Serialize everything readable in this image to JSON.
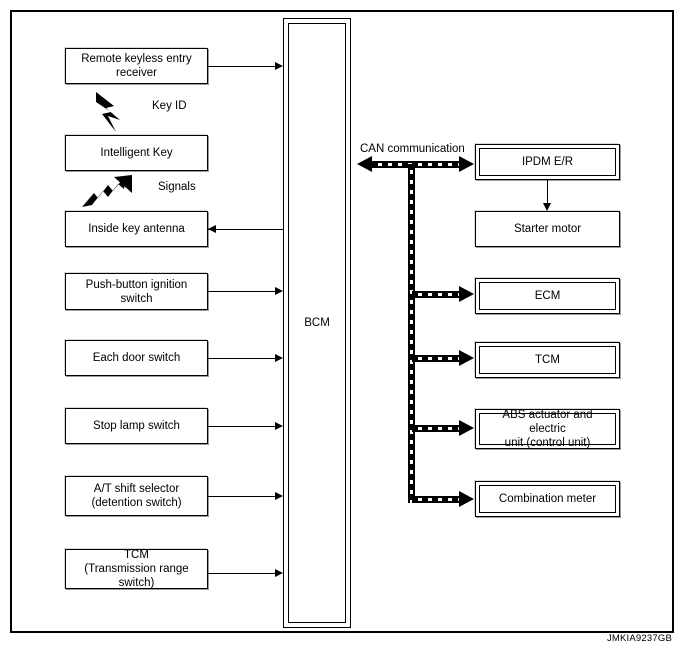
{
  "figure": {
    "id_label": "JMKIA9237GB",
    "title": "Intelligent Key / engine start system block diagram"
  },
  "central_unit": {
    "label": "BCM",
    "name": "body-control-module"
  },
  "inputs": [
    {
      "label": "Remote keyless entry receiver",
      "direction": "to-bcm"
    },
    {
      "label": "Intelligent Key",
      "direction": "none"
    },
    {
      "label": "Inside key antenna",
      "direction": "from-bcm"
    },
    {
      "label": "Push-button ignition switch",
      "direction": "to-bcm"
    },
    {
      "label": "Each door switch",
      "direction": "to-bcm"
    },
    {
      "label": "Stop lamp switch",
      "direction": "to-bcm"
    },
    {
      "label": "A/T shift selector (detention switch)",
      "direction": "to-bcm"
    },
    {
      "label": "TCM (Transmission range switch)",
      "direction": "to-bcm"
    }
  ],
  "input_lines": {
    "remote_keyless_entry_receiver": "Remote keyless entry\nreceiver",
    "intelligent_key": "Intelligent Key",
    "inside_key_antenna": "Inside key antenna",
    "push_button_ignition_switch_l1": "Push-button ignition",
    "push_button_ignition_switch_l2": "switch",
    "each_door_switch": "Each door switch",
    "stop_lamp_switch": "Stop lamp switch",
    "at_shift_selector_l1": "A/T shift selector",
    "at_shift_selector_l2": "(detention switch)",
    "tcm_input_l1": "TCM",
    "tcm_input_l2": "(Transmission range switch)",
    "remote_keyless_entry_receiver_l1": "Remote keyless entry",
    "remote_keyless_entry_receiver_l2": "receiver"
  },
  "wireless_signals": [
    {
      "label": "Key ID",
      "icon": "lightning-bolt-up-left"
    },
    {
      "label": "Signals",
      "icon": "lightning-bolt-up-right"
    }
  ],
  "bus": {
    "label": "CAN communication",
    "style": "dashed-thick"
  },
  "can_nodes": [
    {
      "label": "IPDM E/R",
      "double_border": true
    },
    {
      "label": "ECM",
      "double_border": true
    },
    {
      "label": "TCM",
      "double_border": true
    },
    {
      "label": "ABS actuator and electric unit (control unit)",
      "double_border": true
    },
    {
      "label": "Combination meter",
      "double_border": true
    }
  ],
  "can_node_lines": {
    "ipdm_er": "IPDM E/R",
    "ecm": "ECM",
    "tcm": "TCM",
    "abs_l1": "ABS actuator and electric",
    "abs_l2": "unit (control unit)",
    "combination_meter": "Combination meter"
  },
  "actuators": [
    {
      "label": "Starter motor",
      "driven_by": "IPDM E/R"
    }
  ],
  "actuator_lines": {
    "starter_motor": "Starter motor"
  },
  "colors": {
    "line": "#000000",
    "background": "#ffffff",
    "box_border": "#000000",
    "box_shadow": "#9a9a9a"
  }
}
